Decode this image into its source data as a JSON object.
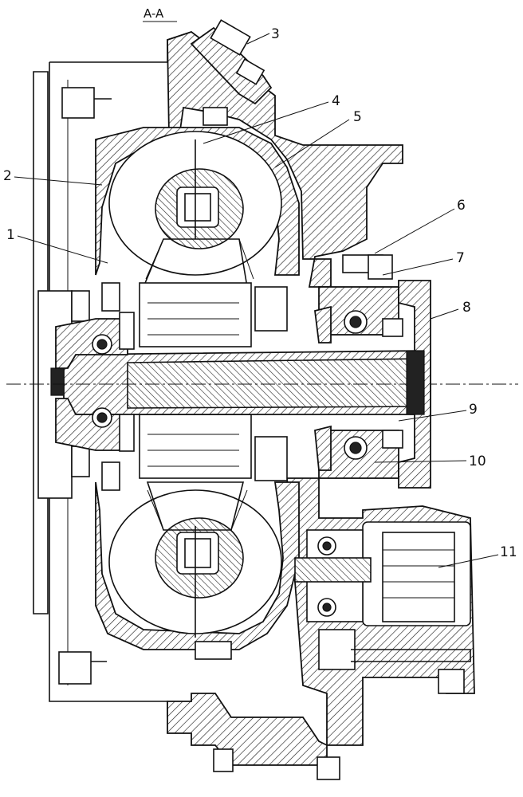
{
  "section_label": "A-A",
  "callouts": [
    "1",
    "2",
    "3",
    "4",
    "5",
    "6",
    "7",
    "8",
    "9",
    "10",
    "11"
  ],
  "colors": {
    "ink": "#111111",
    "paper": "#ffffff"
  }
}
